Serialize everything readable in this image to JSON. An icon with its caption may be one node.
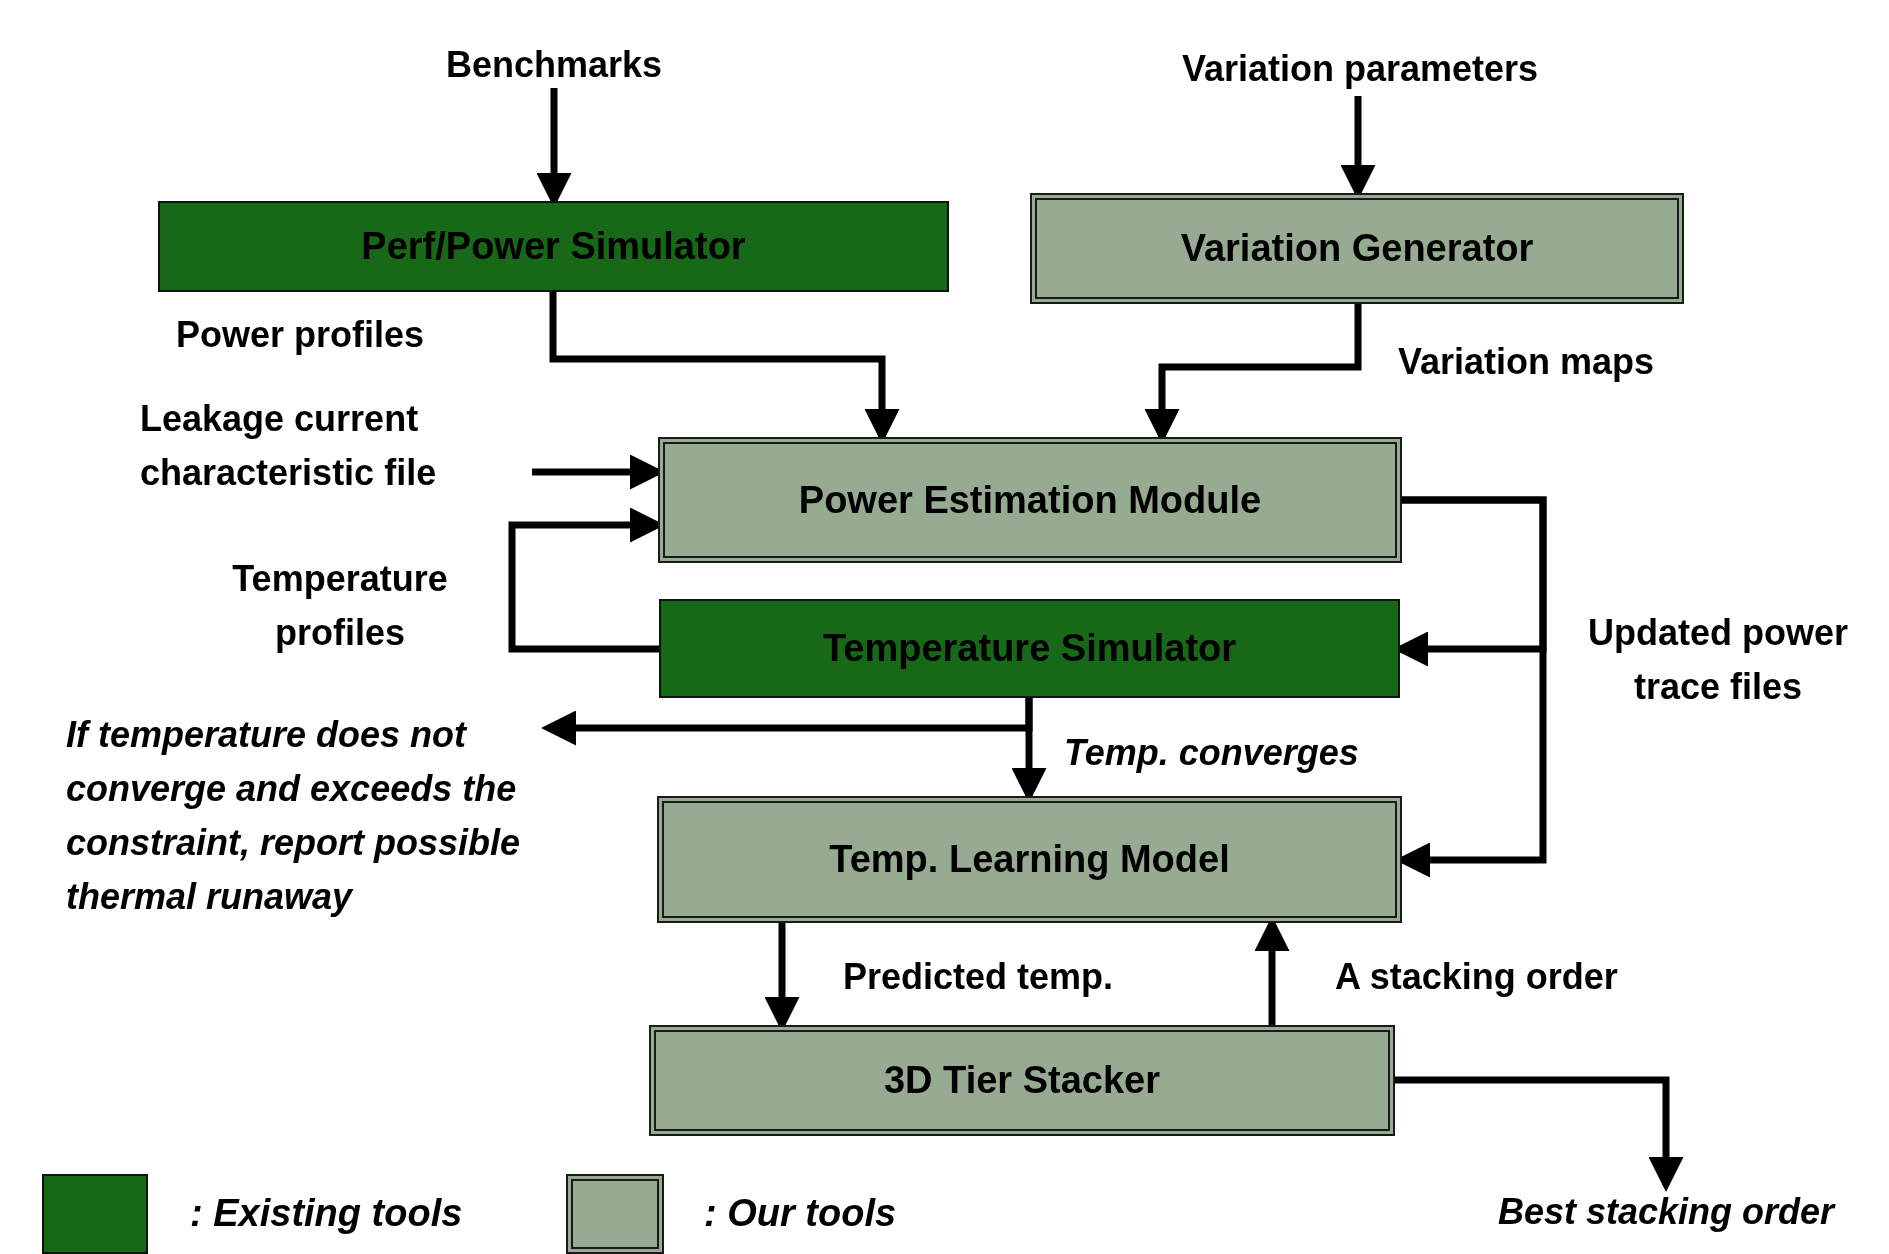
{
  "diagram": {
    "nodes": [
      {
        "text": [
          "Benchmarks"
        ]
      },
      {
        "text": [
          "Variation parameters"
        ]
      },
      {
        "text": [
          "Perf/Power Simulator"
        ]
      },
      {
        "text": [
          "Variation Generator"
        ]
      },
      {
        "text": [
          "Power Estimation Module"
        ]
      },
      {
        "text": [
          "Temperature Simulator"
        ]
      },
      {
        "text": [
          "Temp. Learning Model"
        ]
      },
      {
        "text": [
          "3D Tier Stacker"
        ]
      },
      {
        "text": [
          "Leakage current characteristic file"
        ]
      },
      {
        "text": [
          "If temperature does not converge and exceeds the constraint, report possible thermal runaway"
        ]
      },
      {
        "text": [
          "Best stacking order"
        ]
      }
    ],
    "edges": [
      {
        "from": 0,
        "to": 2,
        "arrow": "to"
      },
      {
        "from": 1,
        "to": 3,
        "arrow": "to"
      },
      {
        "from": 2,
        "to": 4,
        "arrow": "to",
        "label": "Power profiles"
      },
      {
        "from": 3,
        "to": 4,
        "arrow": "to",
        "label": "Variation maps"
      },
      {
        "from": 8,
        "to": 4,
        "arrow": "to"
      },
      {
        "from": 5,
        "to": 4,
        "arrow": "to",
        "label": "Temperature profiles"
      },
      {
        "from": 4,
        "to": 5,
        "arrow": "to",
        "label": "Updated power trace files"
      },
      {
        "from": 4,
        "to": 6,
        "arrow": "to"
      },
      {
        "from": 5,
        "to": 9,
        "arrow": "to"
      },
      {
        "from": 5,
        "to": 6,
        "arrow": "to",
        "label": "Temp. converges"
      },
      {
        "from": 6,
        "to": 7,
        "arrow": "to",
        "label": "Predicted temp."
      },
      {
        "from": 7,
        "to": 6,
        "arrow": "to",
        "label": "A stacking order"
      },
      {
        "from": 7,
        "to": 10,
        "arrow": "to"
      }
    ],
    "legend": [
      {
        "text": ": Existing tools",
        "color": "#176817"
      },
      {
        "text": ": Our tools",
        "color": "#97ab93"
      }
    ]
  }
}
